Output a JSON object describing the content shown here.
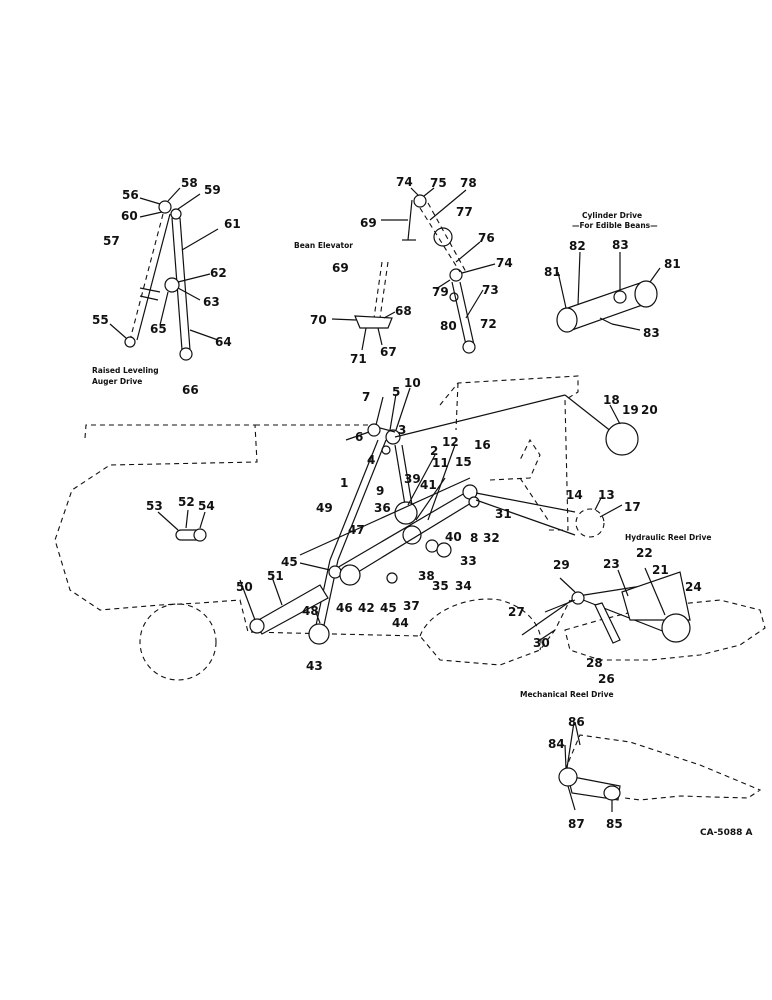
{
  "captions": {
    "raised_leveling": "Raised Leveling",
    "auger_drive": "Auger Drive",
    "bean_elevator": "Bean Elevator",
    "cylinder_drive": "Cylinder Drive",
    "for_edible_beans": "—For Edible Beans—",
    "hydraulic_reel_drive": "Hydraulic Reel Drive",
    "mechanical_reel_drive": "Mechanical Reel Drive",
    "drawing_code": "CA-5088 A"
  },
  "callouts": [
    "1",
    "2",
    "3",
    "4",
    "5",
    "6",
    "7",
    "8",
    "9",
    "10",
    "11",
    "12",
    "13",
    "14",
    "15",
    "16",
    "17",
    "18",
    "19",
    "20",
    "21",
    "22",
    "23",
    "24",
    "26",
    "27",
    "28",
    "29",
    "30",
    "31",
    "32",
    "33",
    "34",
    "35",
    "36",
    "37",
    "38",
    "39",
    "40",
    "41",
    "42",
    "43",
    "44",
    "45",
    "46",
    "47",
    "48",
    "49",
    "50",
    "51",
    "52",
    "53",
    "54",
    "55",
    "56",
    "57",
    "58",
    "59",
    "60",
    "61",
    "62",
    "63",
    "64",
    "65",
    "66",
    "67",
    "68",
    "69",
    "70",
    "71",
    "72",
    "73",
    "74",
    "75",
    "76",
    "77",
    "78",
    "79",
    "80",
    "81",
    "82",
    "83",
    "84",
    "85",
    "86",
    "87"
  ]
}
